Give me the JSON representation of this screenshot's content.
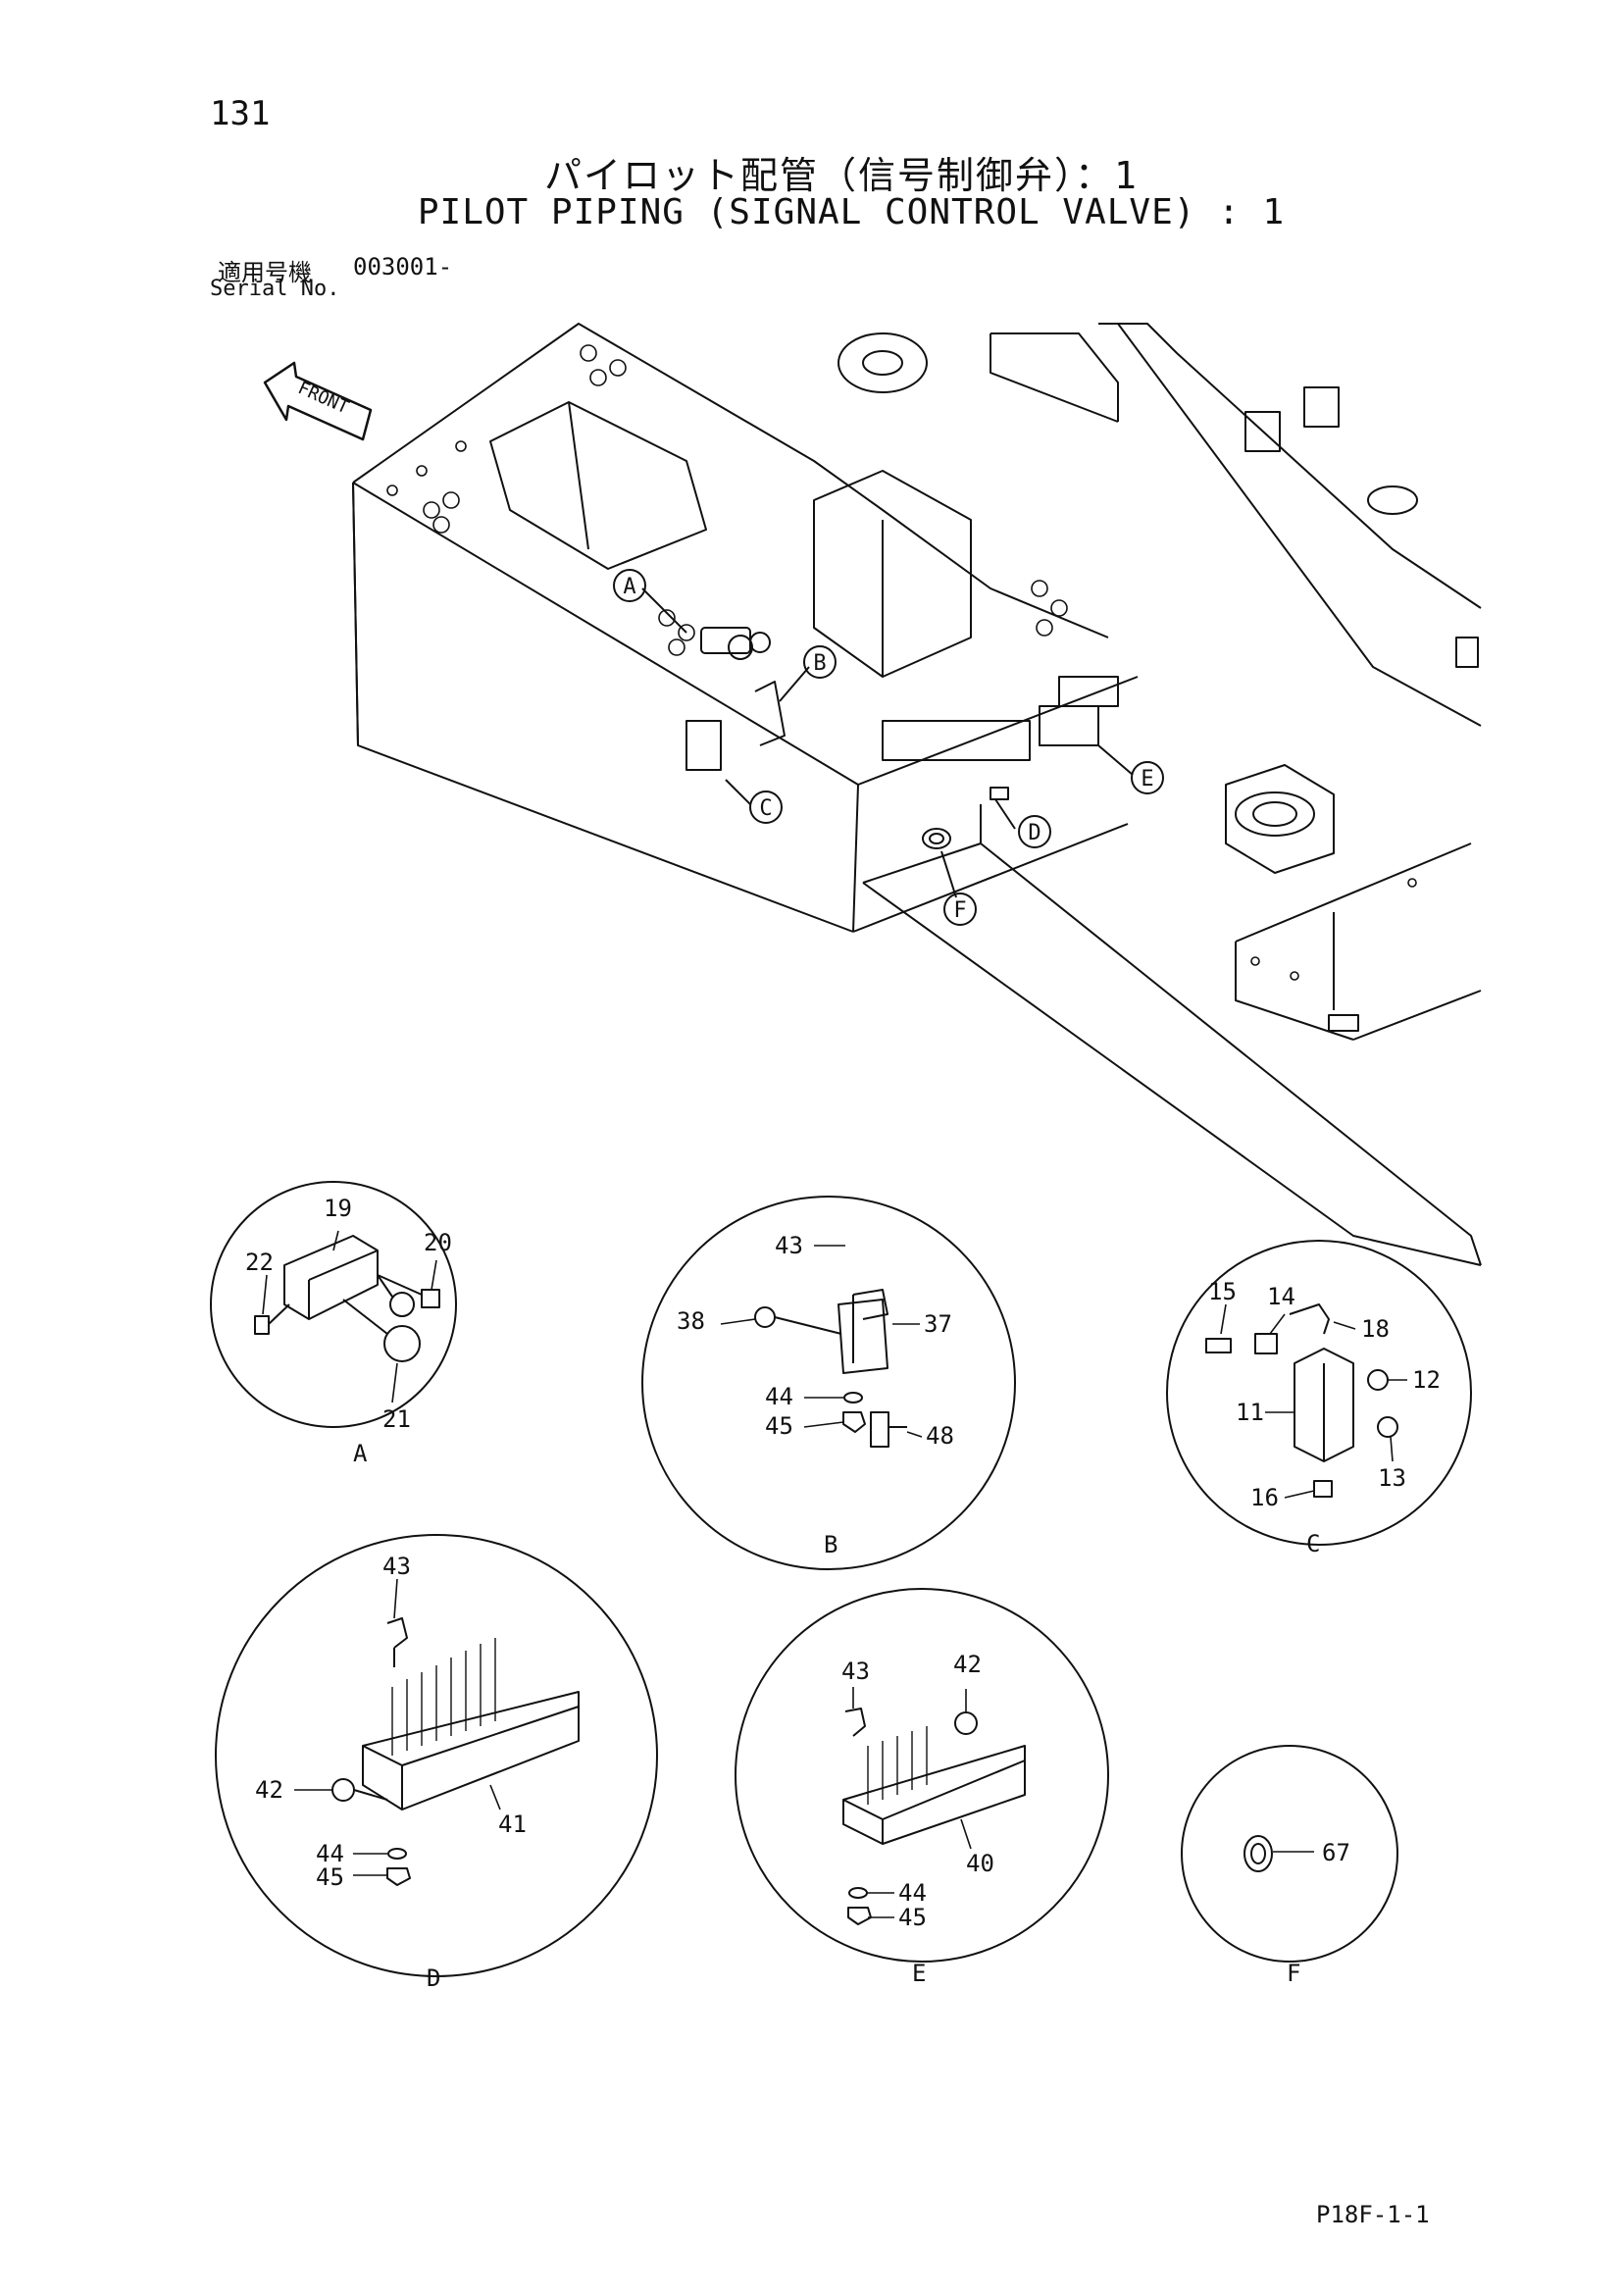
{
  "header": {
    "page_number": "131",
    "title_jp": "パイロット配管（信号制御弁）：1",
    "title_en": "PILOT PIPING (SIGNAL CONTROL VALVE) : 1",
    "serial_label_jp": "適用号機",
    "serial_value": "003001-",
    "serial_label_en": "Serial No."
  },
  "front_label": "FRONT",
  "callouts": {
    "A": "A",
    "B": "B",
    "C": "C",
    "D": "D",
    "E": "E",
    "F": "F"
  },
  "detail_a": {
    "label": "A",
    "parts": [
      "19",
      "20",
      "21",
      "22"
    ]
  },
  "detail_b": {
    "label": "B",
    "parts": [
      "43",
      "38",
      "37",
      "44",
      "45",
      "48"
    ]
  },
  "detail_c": {
    "label": "C",
    "parts": [
      "15",
      "14",
      "18",
      "12",
      "11",
      "13",
      "16"
    ]
  },
  "detail_d": {
    "label": "D",
    "parts": [
      "43",
      "42",
      "41",
      "44",
      "45"
    ]
  },
  "detail_e": {
    "label": "E",
    "parts": [
      "43",
      "42",
      "40",
      "44",
      "45"
    ]
  },
  "detail_f": {
    "label": "F",
    "parts": [
      "67"
    ]
  },
  "footer": {
    "doc_code": "P18F-1-1"
  }
}
